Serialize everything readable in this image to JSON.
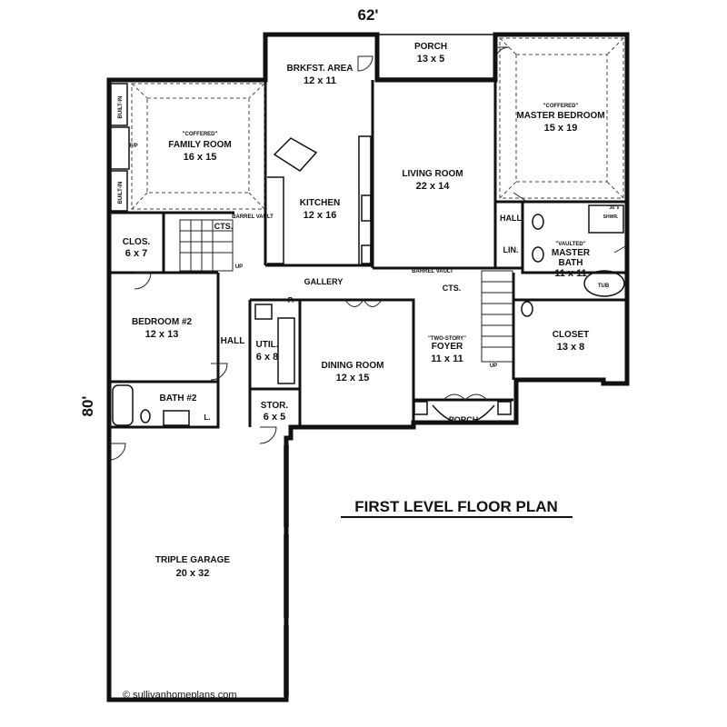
{
  "dimensions": {
    "width": "62'",
    "depth": "80'"
  },
  "title": "FIRST LEVEL FLOOR PLAN",
  "credit": "© sullivanhomeplans.com",
  "rooms": {
    "porch_rear": {
      "name": "PORCH",
      "size": "13 x 5"
    },
    "breakfast": {
      "name": "BRKFST. AREA",
      "size": "12 x 11"
    },
    "family": {
      "note": "\"COFFERED\"",
      "name": "FAMILY ROOM",
      "size": "16 x 15"
    },
    "master_bed": {
      "note": "\"COFFERED\"",
      "name": "MASTER BEDROOM",
      "size": "15 x 19"
    },
    "kitchen": {
      "name": "KITCHEN",
      "size": "12 x 16"
    },
    "living": {
      "name": "LIVING ROOM",
      "size": "22 x 14"
    },
    "closet_small": {
      "name": "CLOS.",
      "size": "6 x 7"
    },
    "master_bath": {
      "note": "\"VAULTED\"",
      "name1": "MASTER",
      "name2": "BATH",
      "size": "11 x 11"
    },
    "bedroom2": {
      "name": "BEDROOM #2",
      "size": "12 x 13"
    },
    "utility": {
      "name": "UTIL.",
      "size": "6 x 8"
    },
    "dining": {
      "name": "DINING ROOM",
      "size": "12 x 15"
    },
    "foyer": {
      "note": "\"TWO-STORY\"",
      "name": "FOYER",
      "size": "11 x 11"
    },
    "closet_master": {
      "name": "CLOSET",
      "size": "13 x 8"
    },
    "bath2": {
      "name": "BATH #2"
    },
    "storage": {
      "name": "STOR.",
      "size": "6 x 5"
    },
    "garage": {
      "name": "TRIPLE GARAGE",
      "size": "20 x 32"
    },
    "porch_front": {
      "name": "PORCH"
    }
  },
  "labels": {
    "built_in": "BUILT-IN",
    "fireplace": "F/P",
    "cts": "CTS.",
    "barrel_vault": "BARREL VAULT",
    "up": "UP",
    "gallery": "GALLERY",
    "hall": "HALL",
    "lin": "LIN.",
    "pantry": "P.",
    "linen": "L.",
    "tub": "TUB",
    "shwr": "SHWR.",
    "bench": "36\"x"
  }
}
